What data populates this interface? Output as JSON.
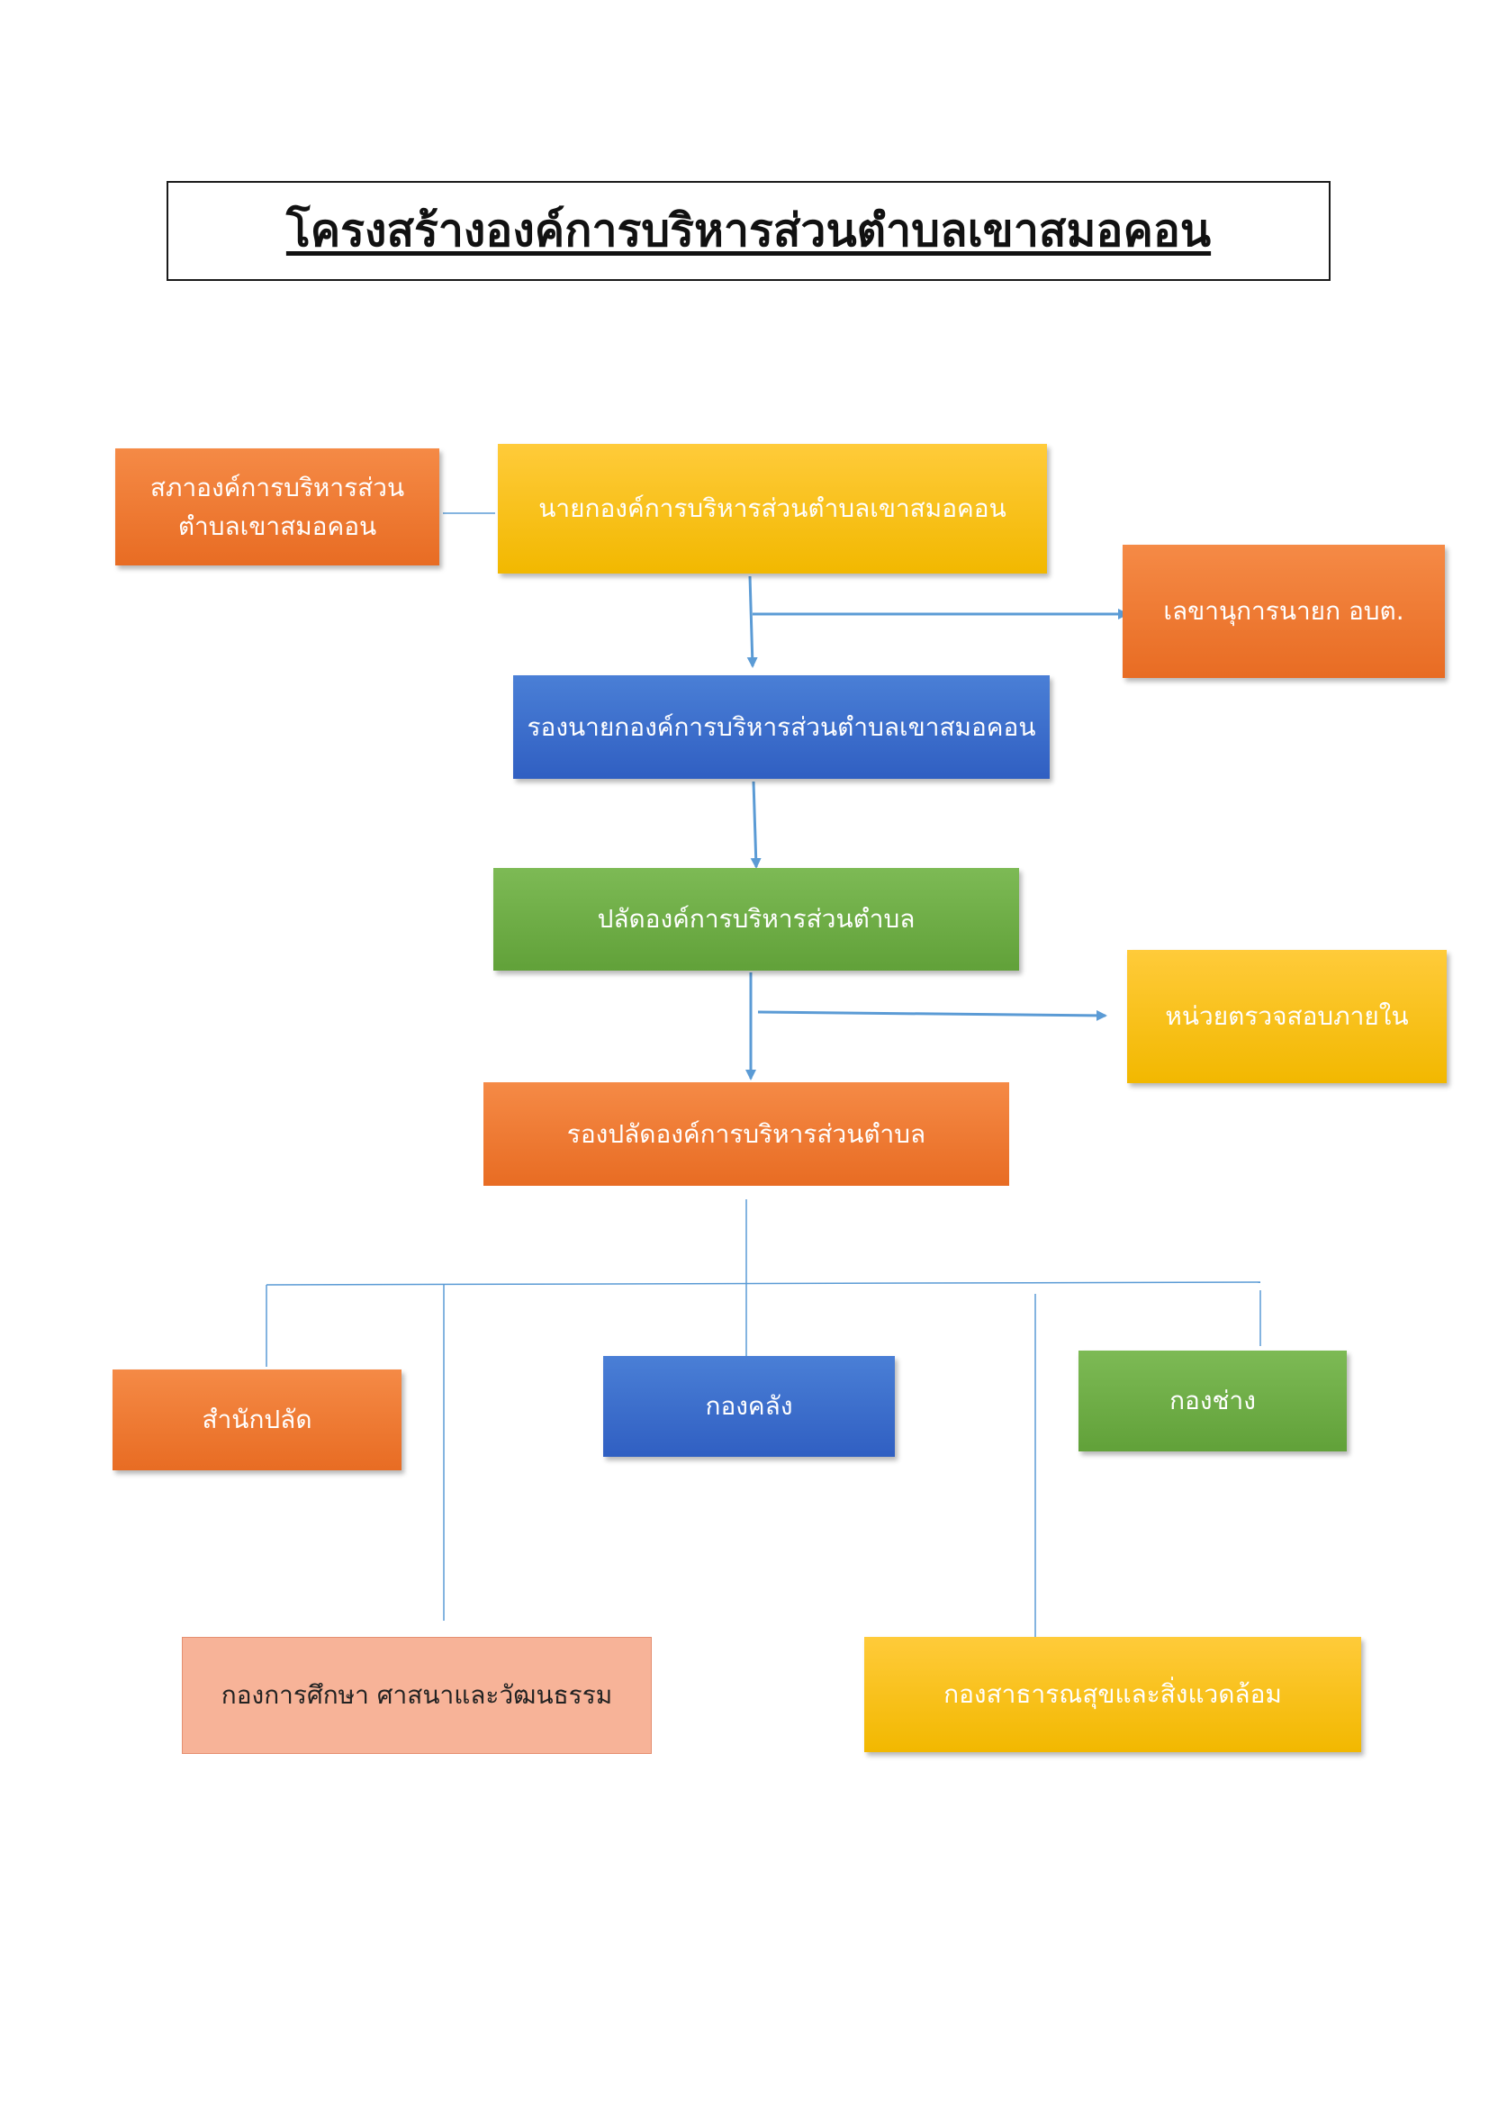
{
  "title": "โครงสร้างองค์การบริหารส่วนตำบลเขาสมอคอน",
  "colors": {
    "orange": "#ed7d31",
    "yellow": "#ffc000",
    "blue": "#4472c4",
    "green": "#70ad47",
    "salmon": "#f4b183",
    "connector": "#5b9bd5"
  },
  "nodes": {
    "council": {
      "line1": "สภาองค์การบริหารส่วน",
      "line2": "ตำบลเขาสมอคอน"
    },
    "mayor": "นายกองค์การบริหารส่วนตำบลเขาสมอคอน",
    "secretary": "เลขานุการนายก  อบต.",
    "deputy_mayor": "รองนายกองค์การบริหารส่วนตำบลเขาสมอคอน",
    "chief_admin": "ปลัดองค์การบริหารส่วนตำบล",
    "internal_audit": "หน่วยตรวจสอบภายใน",
    "deputy_chief_admin": "รองปลัดองค์การบริหารส่วนตำบล",
    "office_chief": "สำนักปลัด",
    "finance": "กองคลัง",
    "engineering": "กองช่าง",
    "education": "กองการศึกษา ศาสนาและวัฒนธรรม",
    "public_health": "กองสาธารณสุขและสิ่งแวดล้อม"
  }
}
